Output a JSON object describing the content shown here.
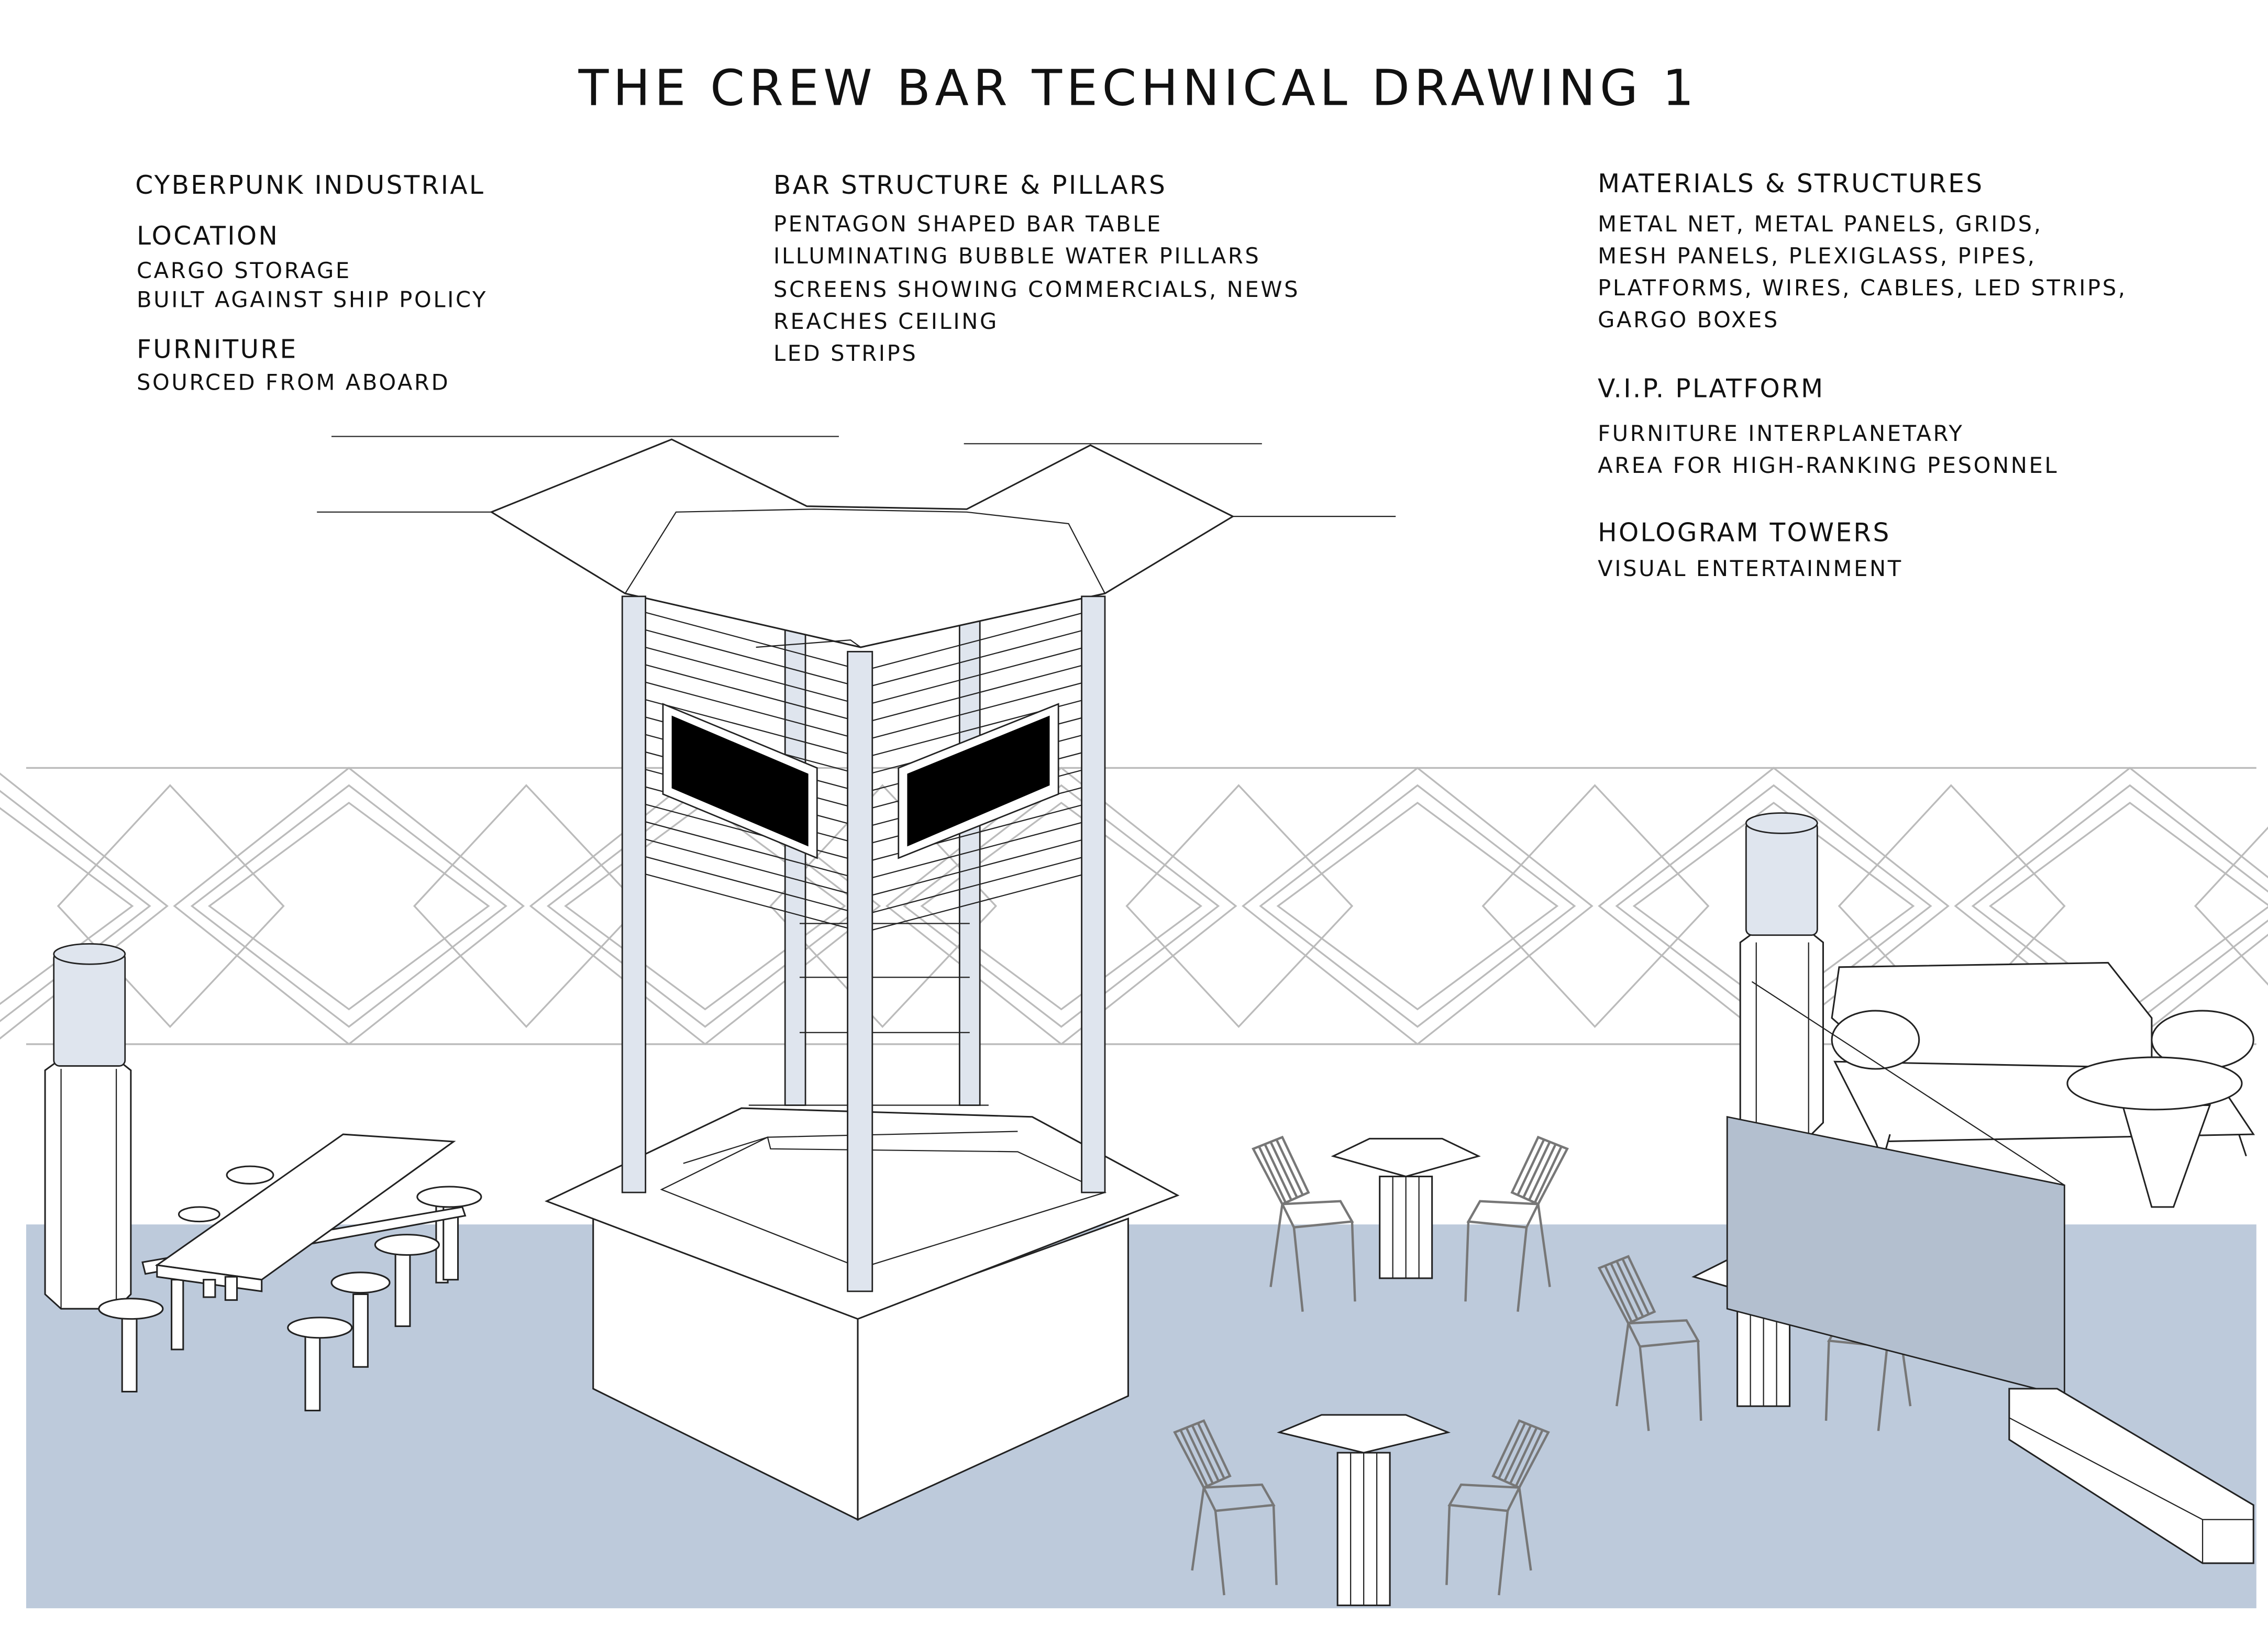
{
  "title": "THE CREW BAR TECHNICAL DRAWING 1",
  "left_column": {
    "style_heading": "CYBERPUNK INDUSTRIAL",
    "location_heading": "LOCATION",
    "location_lines": [
      "CARGO STORAGE",
      "BUILT AGAINST SHIP POLICY"
    ],
    "furniture_heading": "FURNITURE",
    "furniture_lines": [
      "SOURCED FROM ABOARD"
    ]
  },
  "middle_column": {
    "heading": "BAR STRUCTURE & PILLARS",
    "lines": [
      "PENTAGON SHAPED BAR TABLE",
      "ILLUMINATING BUBBLE WATER PILLARS",
      "SCREENS SHOWING COMMERCIALS, NEWS",
      "REACHES CEILING",
      "LED STRIPS"
    ]
  },
  "right_column": {
    "materials_heading": "MATERIALS & STRUCTURES",
    "materials_lines": [
      "METAL NET, METAL PANELS, GRIDS,",
      "MESH PANELS, PLEXIGLASS, PIPES,",
      "PLATFORMS, WIRES, CABLES, LED STRIPS,",
      "GARGO BOXES"
    ],
    "vip_heading": "V.I.P. PLATFORM",
    "vip_lines": [
      "FURNITURE INTERPLANETARY",
      "AREA FOR HIGH-RANKING PESONNEL"
    ],
    "hologram_heading": "HOLOGRAM TOWERS",
    "hologram_lines": [
      "VISUAL ENTERTAINMENT"
    ]
  },
  "colors": {
    "floor": "#bdcadb",
    "pillar": "#dfe5ee",
    "screen": "#000000",
    "wall_pattern": "#bbbbbb",
    "chair": "#777777"
  }
}
